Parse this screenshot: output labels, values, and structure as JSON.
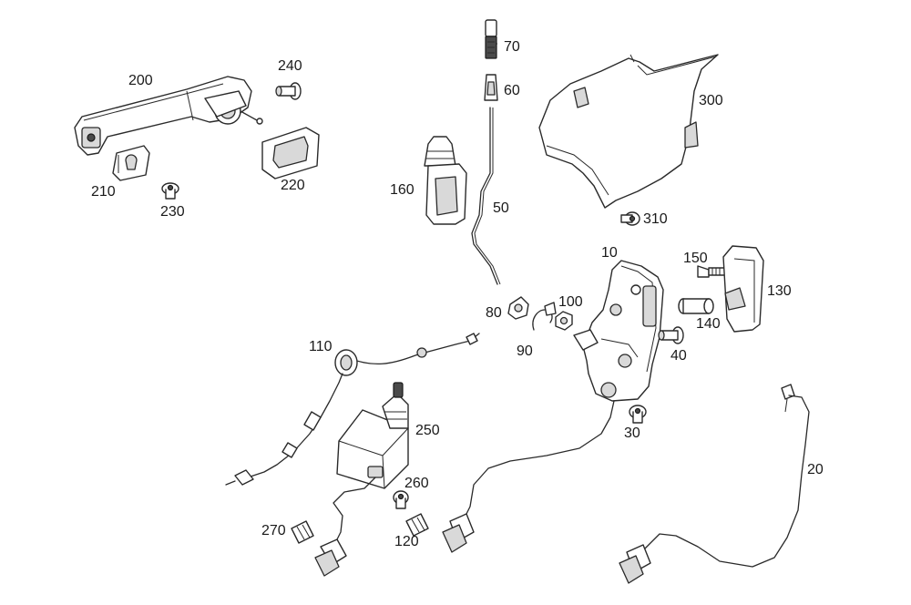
{
  "callouts": {
    "c10": "10",
    "c20": "20",
    "c30": "30",
    "c40": "40",
    "c50": "50",
    "c60": "60",
    "c70": "70",
    "c80": "80",
    "c90": "90",
    "c100": "100",
    "c110": "110",
    "c120": "120",
    "c130": "130",
    "c140": "140",
    "c150": "150",
    "c160": "160",
    "c200": "200",
    "c210": "210",
    "c220": "220",
    "c230": "230",
    "c240": "240",
    "c250": "250",
    "c260": "260",
    "c270": "270",
    "c300": "300",
    "c310": "310"
  }
}
